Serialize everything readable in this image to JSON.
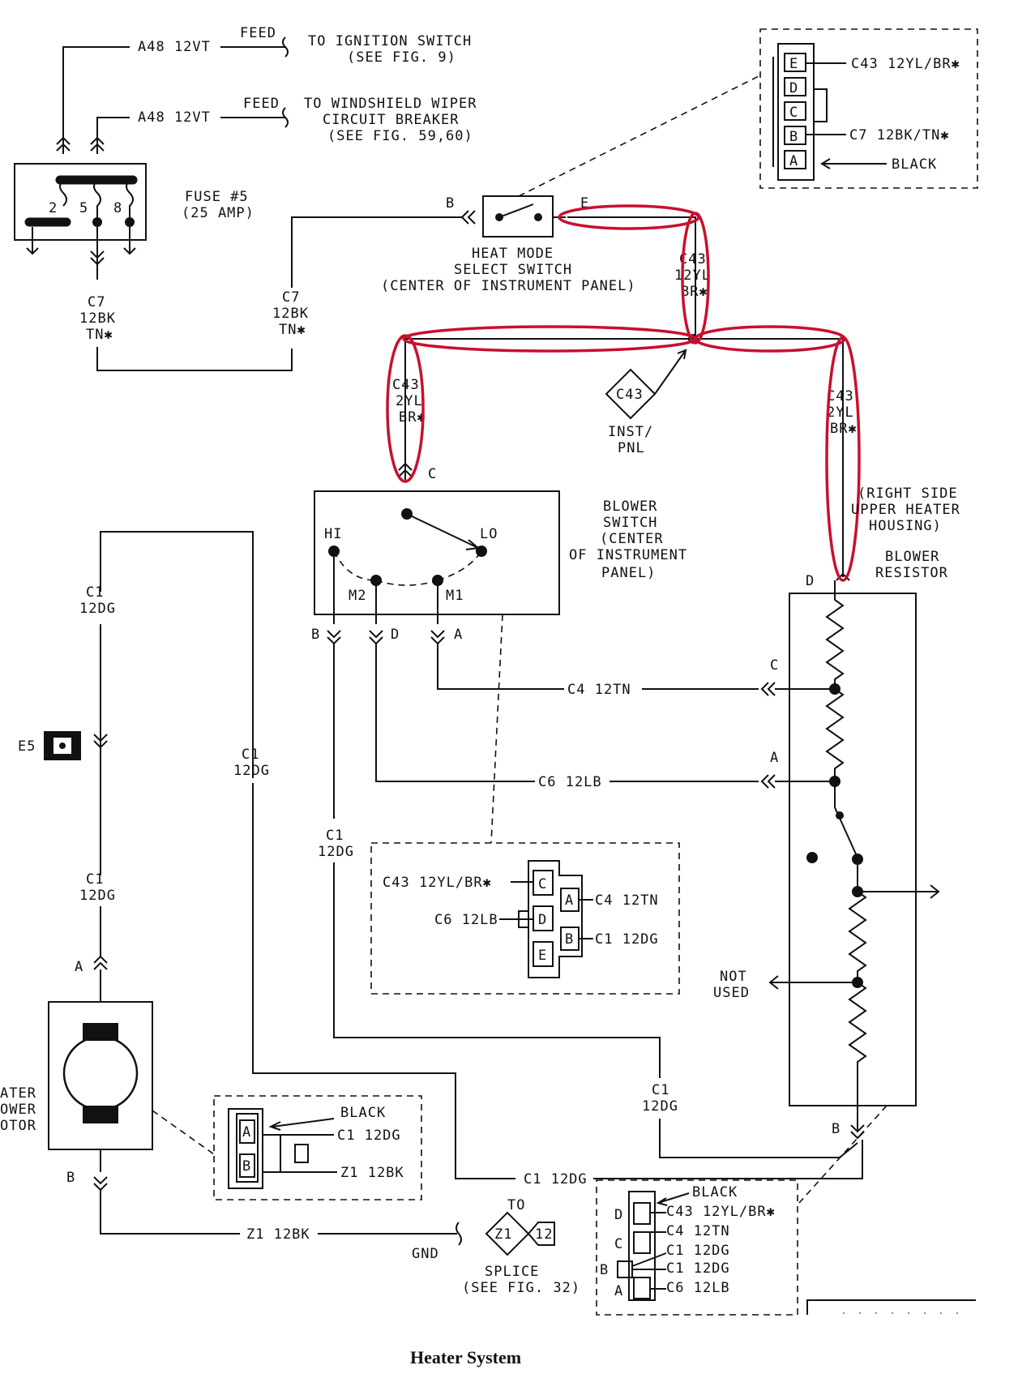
{
  "caption": "Heater System",
  "colors": {
    "wire": "#111111",
    "highlight": "#c8102e",
    "background": "#ffffff"
  },
  "labels": {
    "feed1_wire": "A48 12VT",
    "feed1_word": "FEED",
    "feed1_dest1": "TO IGNITION SWITCH",
    "feed1_dest2": "(SEE FIG. 9)",
    "feed2_wire": "A48 12VT",
    "feed2_word": "FEED",
    "feed2_dest1": "TO WINDSHIELD WIPER",
    "feed2_dest2": "CIRCUIT BREAKER",
    "feed2_dest3": "(SEE FIG. 59,60)",
    "fuse_name": "FUSE #5",
    "fuse_amp": "(25 AMP)",
    "fuse_pin2": "2",
    "fuse_pin5": "5",
    "fuse_pin8": "8",
    "c7_left_1": "C7",
    "c7_left_2": "12BK",
    "c7_left_3": "TN✱",
    "c7_mid_1": "C7",
    "c7_mid_2": "12BK",
    "c7_mid_3": "TN✱",
    "switch_b": "B",
    "switch_e": "E",
    "heat_mode_1": "HEAT MODE",
    "heat_mode_2": "SELECT SWITCH",
    "heat_mode_3": "(CENTER OF INSTRUMENT PANEL)",
    "c43_a_1": "C43",
    "c43_a_2": "12YL",
    "c43_a_3": "BR✱",
    "c43_b_1": "C43",
    "c43_b_2": "2YL",
    "c43_b_3": "BR✱",
    "c43_c_1": "C43",
    "c43_c_2": "2YL",
    "c43_c_3": "BR✱",
    "splice_c43": "C43",
    "inst_pnl_1": "INST/",
    "inst_pnl_2": "PNL",
    "conn_top_e": "E",
    "conn_top_d": "D",
    "conn_top_c": "C",
    "conn_top_b": "B",
    "conn_top_a": "A",
    "conn_top_w1": "C43 12YL/BR✱",
    "conn_top_w2": "C7 12BK/TN✱",
    "conn_top_w3": "BLACK",
    "blower_c": "C",
    "blower_hi": "HI",
    "blower_lo": "LO",
    "blower_m2": "M2",
    "blower_m1": "M1",
    "blower_sw_1": "BLOWER",
    "blower_sw_2": "SWITCH",
    "blower_sw_3": "(CENTER",
    "blower_sw_4": "OF INSTRUMENT",
    "blower_sw_5": "PANEL)",
    "pin_b": "B",
    "pin_d": "D",
    "pin_a": "A",
    "right_side_1": "(RIGHT SIDE",
    "right_side_2": "UPPER HEATER",
    "right_side_3": "HOUSING)",
    "resistor_1": "BLOWER",
    "resistor_2": "RESISTOR",
    "res_d": "D",
    "res_c": "C",
    "res_a": "A",
    "res_b": "B",
    "c4_wire": "C4 12TN",
    "c6_wire": "C6 12LB",
    "c1_left_1": "C1",
    "c1_left_2": "12DG",
    "c1_mid_1": "C1",
    "c1_mid_2": "12DG",
    "c1_b_1": "C1",
    "c1_b_2": "12DG",
    "c1_low_1": "C1",
    "c1_low_2": "12DG",
    "c1_bottom_1": "C1",
    "c1_bottom_2": "12DG",
    "c1_horiz": "C1 12DG",
    "e5": "E5",
    "motor_a": "A",
    "motor_b": "B",
    "motor_1": "ATER",
    "motor_2": "OWER",
    "motor_3": "OTOR",
    "not_used_1": "NOT",
    "not_used_2": "USED",
    "mid_conn_c43": "C43 12YL/BR✱",
    "mid_conn_c6": "C6 12LB",
    "mid_conn_c4": "C4 12TN",
    "mid_conn_c1": "C1 12DG",
    "mid_conn_c": "C",
    "mid_conn_d": "D",
    "mid_conn_e": "E",
    "mid_conn_a": "A",
    "mid_conn_b": "B",
    "motor_conn_black": "BLACK",
    "motor_conn_c1": "C1 12DG",
    "motor_conn_z1": "Z1 12BK",
    "motor_conn_a": "A",
    "motor_conn_b": "B",
    "z1_wire": "Z1 12BK",
    "gnd": "GND",
    "to": "TO",
    "splice_z1": "Z1",
    "splice_12": "12",
    "splice_1": "SPLICE",
    "splice_2": "(SEE FIG. 32)",
    "res_conn_black": "BLACK",
    "res_conn_c43": "C43 12YL/BR✱",
    "res_conn_c4": "C4 12TN",
    "res_conn_c1a": "C1 12DG",
    "res_conn_c1b": "C1 12DG",
    "res_conn_c6": "C6 12LB",
    "res_conn_d": "D",
    "res_conn_c": "C",
    "res_conn_b": "B",
    "res_conn_a": "A"
  }
}
